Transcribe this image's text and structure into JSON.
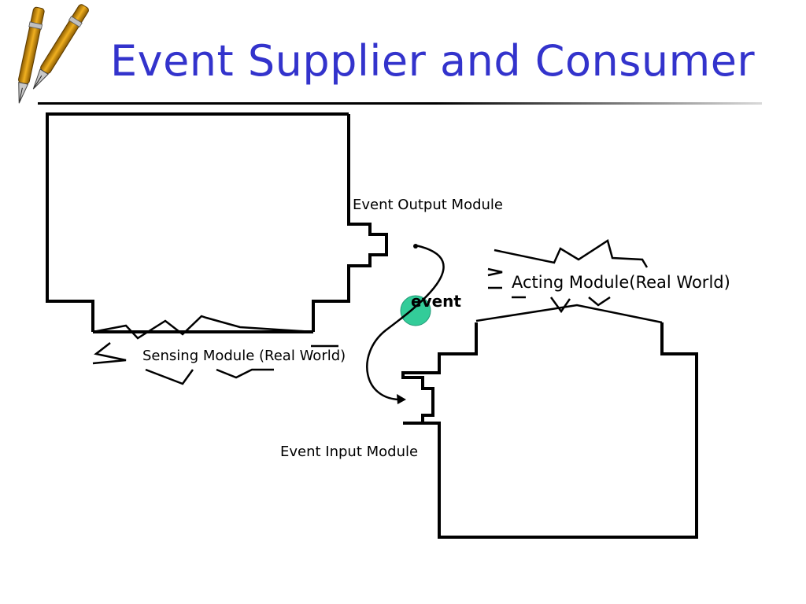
{
  "slide": {
    "title": "Event Supplier and Consumer",
    "title_color": "#3333cc",
    "logo_icon": "pens-icon"
  },
  "diagram": {
    "supplier_output_label": "Event Output Module",
    "sensing_label": "Sensing Module (Real World)",
    "event_label": "event",
    "event_marker_color": "#33cc99",
    "acting_label": "Acting Module(Real World)",
    "consumer_input_label": "Event Input Module"
  }
}
